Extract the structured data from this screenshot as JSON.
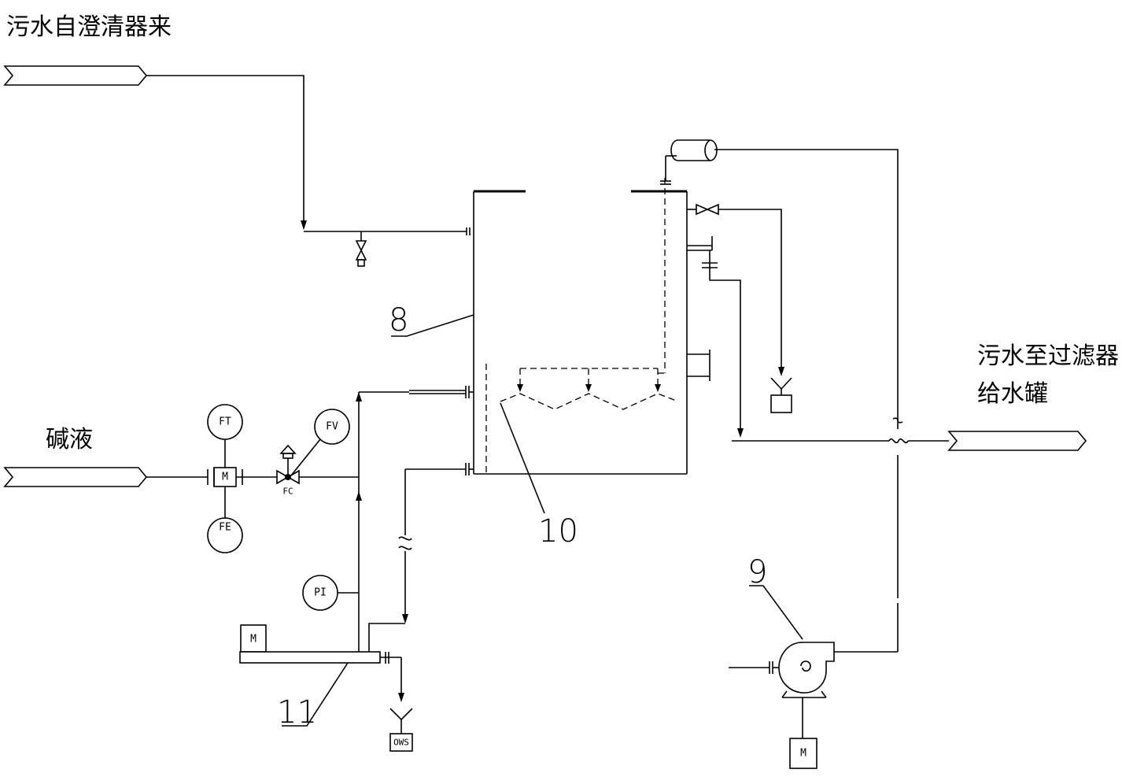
{
  "labels": {
    "inlet_from_clarifier": "污水自澄清器来",
    "alkali": "碱液",
    "to_filter": "污水至过滤器",
    "feed_tank": "给水罐"
  },
  "callouts": {
    "tank": "8",
    "pump": "9",
    "distributor": "10",
    "dosing_unit": "11"
  },
  "instruments": {
    "flow_transmitter": "FT",
    "flow_meter": "M",
    "flow_element": "FE",
    "flow_valve": "FV",
    "fail_closed": "FC",
    "pressure_indicator": "PI",
    "dosing_motor": "M",
    "pump_motor": "M",
    "oily_water_sewer": "OWS"
  }
}
